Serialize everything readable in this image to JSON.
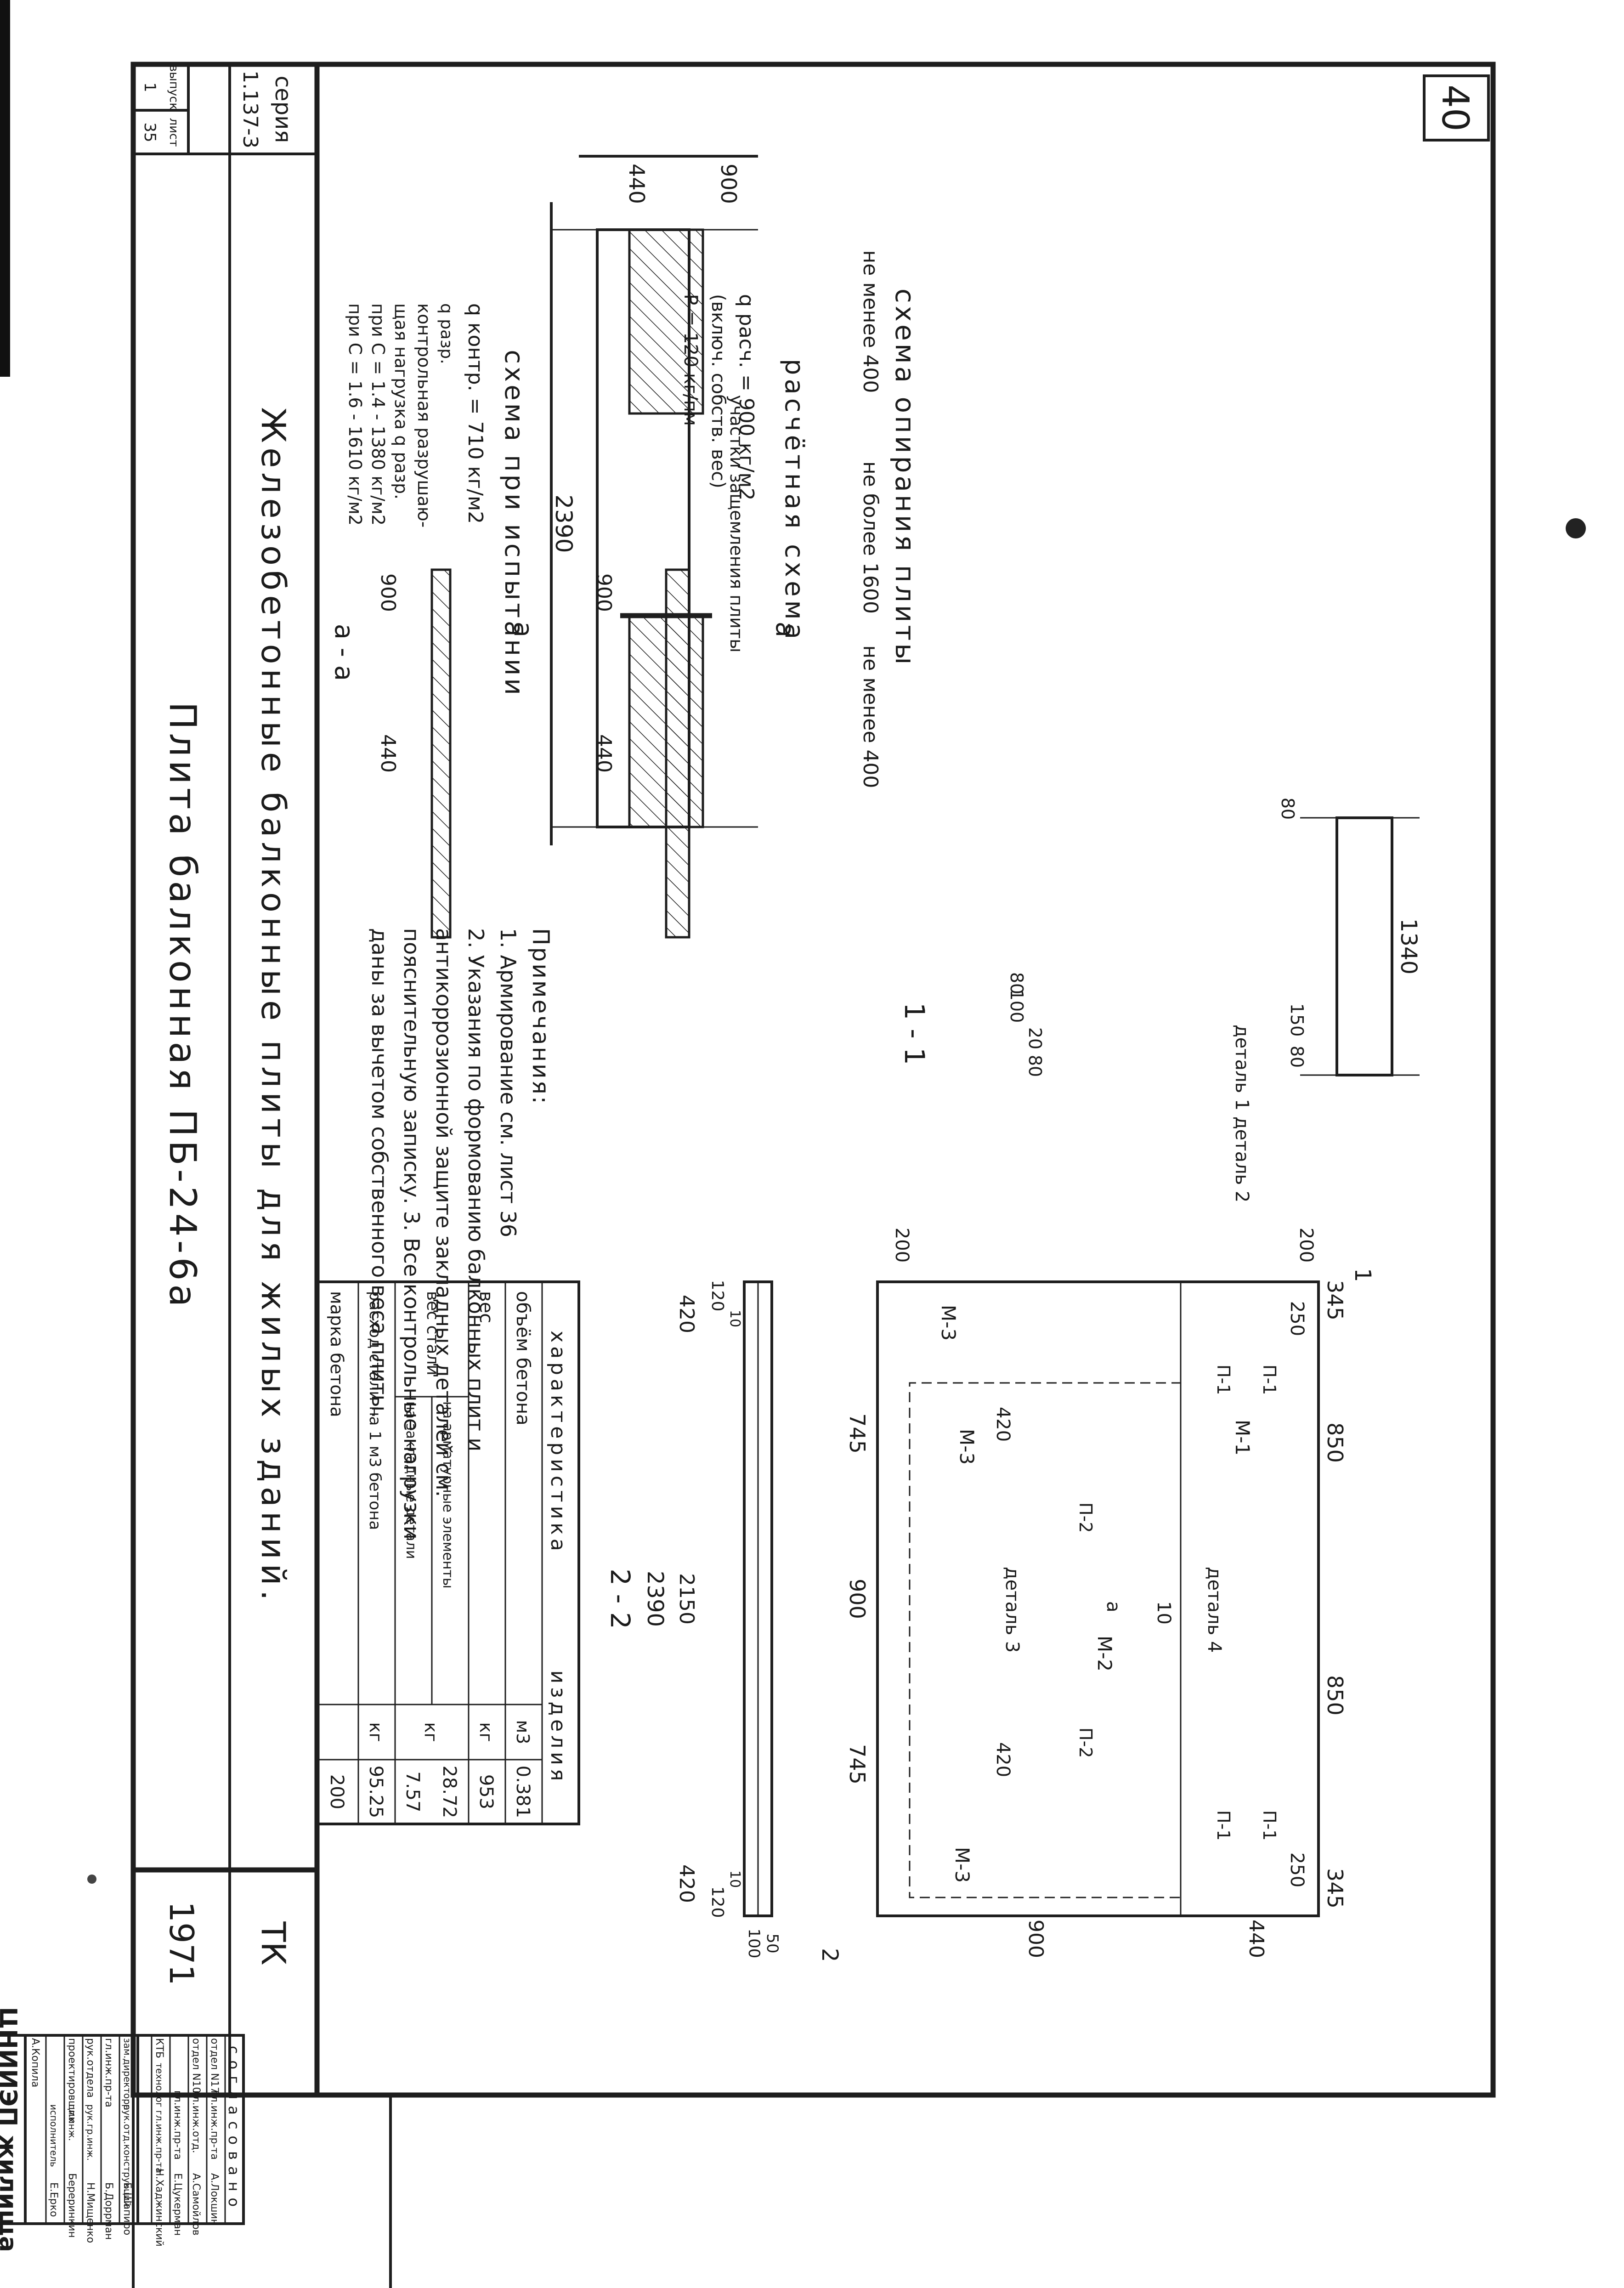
{
  "sheet": {
    "page_number": "40",
    "series_label": "серия",
    "series_value": "1.137-3",
    "issue_label": "выпуск",
    "issue_value": "1",
    "sheet_label": "лист",
    "sheet_value": "35",
    "code": "ТК",
    "year": "1971",
    "title_main": "Железобетонные балконные плиты для жилых зданий.",
    "title_sub": "Плита балконная ПБ-24-6а",
    "org": "ЦНИИЭП жилища"
  },
  "plan": {
    "dims_top": [
      "345",
      "850",
      "850",
      "345"
    ],
    "dims_sub": [
      "250",
      "250"
    ],
    "dims_bottom": [
      "745",
      "900",
      "745"
    ],
    "dims_inner": [
      "420",
      "420"
    ],
    "dim_right_top": "440",
    "dim_right_bottom": "900",
    "dim_left_top": "200",
    "dim_left_bottom": "200",
    "labels": {
      "m1": "М-1",
      "m2": "М-2",
      "m3a": "М-3",
      "m3b": "М-3",
      "m3c": "М-3",
      "p1a": "П-1",
      "p1b": "П-1",
      "p1c": "П-1",
      "p1d": "П-1",
      "p2a": "П-2",
      "p2b": "П-2",
      "detail4": "деталь 4",
      "detail3": "деталь 3",
      "a_mark": "а",
      "center_mark": "10",
      "sec1": "1",
      "sec2": "2"
    }
  },
  "section22": {
    "title": "2 - 2",
    "dim_total": "2390",
    "dim_inner": "2150",
    "dim_left": "420",
    "dim_right": "420",
    "dim_edge_left": "120",
    "dim_edge_right": "120",
    "small_left": "10",
    "small_right": "10",
    "right_dims": [
      "50",
      "100"
    ]
  },
  "section11": {
    "title": "1 - 1",
    "dim_length": "1340",
    "dims_top": [
      "80",
      "150"
    ],
    "dim_right": "80",
    "dims_bottom": [
      "80",
      "100",
      "20",
      "80"
    ],
    "detail1": "деталь 1",
    "detail2": "деталь 2"
  },
  "support_scheme": {
    "title": "схема опирания плиты",
    "note_left": "не менее 400",
    "note_mid": "не более 1600",
    "note_right": "не менее 400",
    "clamp_label": "участки защемления плиты",
    "dim_length": "2390",
    "dim_a": "440",
    "dim_b": "900",
    "mark_a1": "а",
    "mark_a2": "а"
  },
  "calc_scheme": {
    "title": "расчётная схема",
    "load": "q расч. = 900 кг/м2",
    "incl": "(включ. собств. вес)",
    "point": "P = 120 кг/пм",
    "dim_900": "900",
    "dim_440": "440"
  },
  "test_scheme": {
    "title": "схема при испытании",
    "load": "q контр. = 710 кг/м2",
    "label_q": "q разр.",
    "label_text1": "контрольная разрушаю-",
    "label_text2": "щая нагрузка q разр.",
    "c14": "при C = 1.4 - 1380 кг/м2",
    "c16": "при C = 1.6 - 1610 кг/м2",
    "dim_900": "900",
    "dim_440": "440",
    "section": "а - а"
  },
  "notes": {
    "title": "Примечания:",
    "items": [
      "1. Армирование см. лист 36",
      "2. Указания по формованию балконных плит и",
      "антикоррозионной защите закладных деталей см.",
      "пояснительную записку. 3. Все контрольные нагрузки",
      "даны за вычетом собственного веса плиты."
    ]
  },
  "table": {
    "header_name": "характеристика",
    "header_value": "изделия",
    "rows": [
      {
        "name": "объём бетона",
        "sub": "",
        "unit": "м3",
        "value": "0.381"
      },
      {
        "name": "вес",
        "sub": "",
        "unit": "кг",
        "value": "953"
      },
      {
        "name": "вес стали",
        "sub": "на арматурные элементы",
        "unit": "кг",
        "value": "28.72"
      },
      {
        "name": "",
        "sub": "на закладные детали",
        "unit": "",
        "value": "7.57"
      },
      {
        "name": "расход стали на 1 м3 бетона",
        "sub": "",
        "unit": "кг",
        "value": "95.25"
      },
      {
        "name": "марка бетона",
        "sub": "",
        "unit": "",
        "value": "200"
      }
    ]
  },
  "stamp": {
    "heading": "согласовано",
    "rows": [
      {
        "role": "отдел N17",
        "title": "гл.инж.пр-та",
        "name": "А.Локшин"
      },
      {
        "role": "отдел N10",
        "title": "гл.инж.отд.",
        "name": "А.Самойлов"
      },
      {
        "role": "",
        "title": "гл.инж.пр-та",
        "name": "Е.Цукерман"
      },
      {
        "role": "КТБ",
        "title": "технолог гл.инж.пр-та",
        "name": "Н.Хаджинский"
      },
      {
        "role": "зам.директора",
        "title": "рук.отд.конструкций",
        "name": "Б.Шапиро"
      },
      {
        "role": "гл.инж.пр-та",
        "title": "",
        "name": "Б.Доррман"
      },
      {
        "role": "рук.отдела",
        "title": "рук.гр.инж.",
        "name": "Н.Мищенко"
      },
      {
        "role": "проектировщик",
        "title": "гл.инж.",
        "name": "Береринкин"
      },
      {
        "role": "",
        "title": "исполнитель",
        "name": "Е.Ерко"
      },
      {
        "role": "",
        "title": "",
        "name": "А.Копила"
      }
    ]
  }
}
